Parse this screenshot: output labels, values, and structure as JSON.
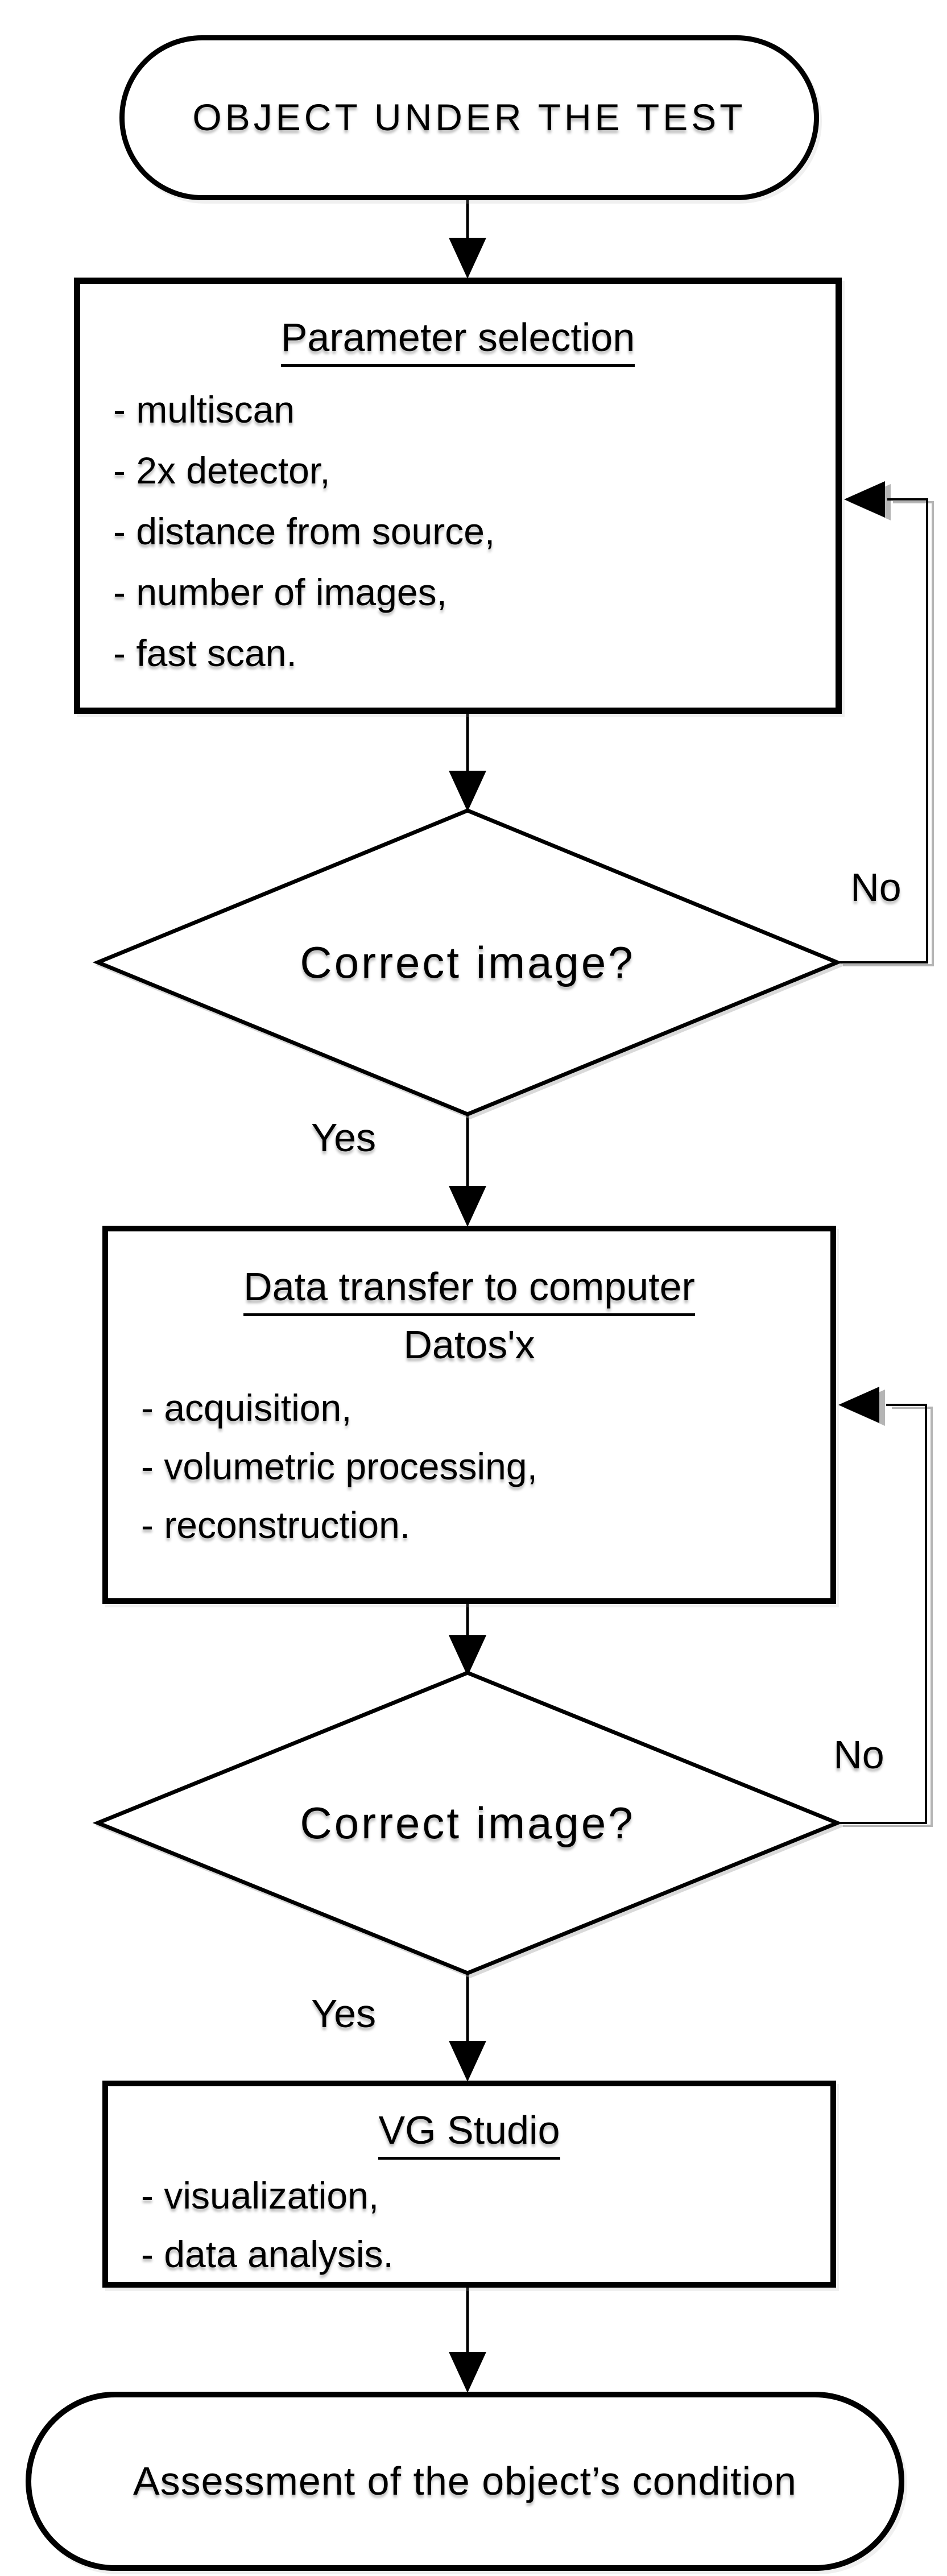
{
  "flowchart": {
    "title_hint": "CT scanning procedure flowchart",
    "colors": {
      "line": "#000000",
      "background": "#ffffff",
      "shadow": "#b5b5b5"
    },
    "start": {
      "label": "OBJECT UNDER THE TEST"
    },
    "step1": {
      "title": "Parameter selection",
      "items": [
        "- multiscan",
        "- 2x detector,",
        "- distance from source,",
        "- number of images,",
        "- fast scan."
      ]
    },
    "decision1": {
      "question": "Correct image?",
      "yes_label": "Yes",
      "no_label": "No"
    },
    "step2": {
      "title": "Data transfer to computer",
      "subtitle": "Datos'x",
      "items": [
        "- acquisition,",
        "- volumetric processing,",
        "- reconstruction."
      ]
    },
    "decision2": {
      "question": "Correct image?",
      "yes_label": "Yes",
      "no_label": "No"
    },
    "step3": {
      "title": "VG Studio",
      "items": [
        "- visualization,",
        "- data analysis."
      ]
    },
    "end": {
      "label": "Assessment of the object’s condition"
    }
  }
}
